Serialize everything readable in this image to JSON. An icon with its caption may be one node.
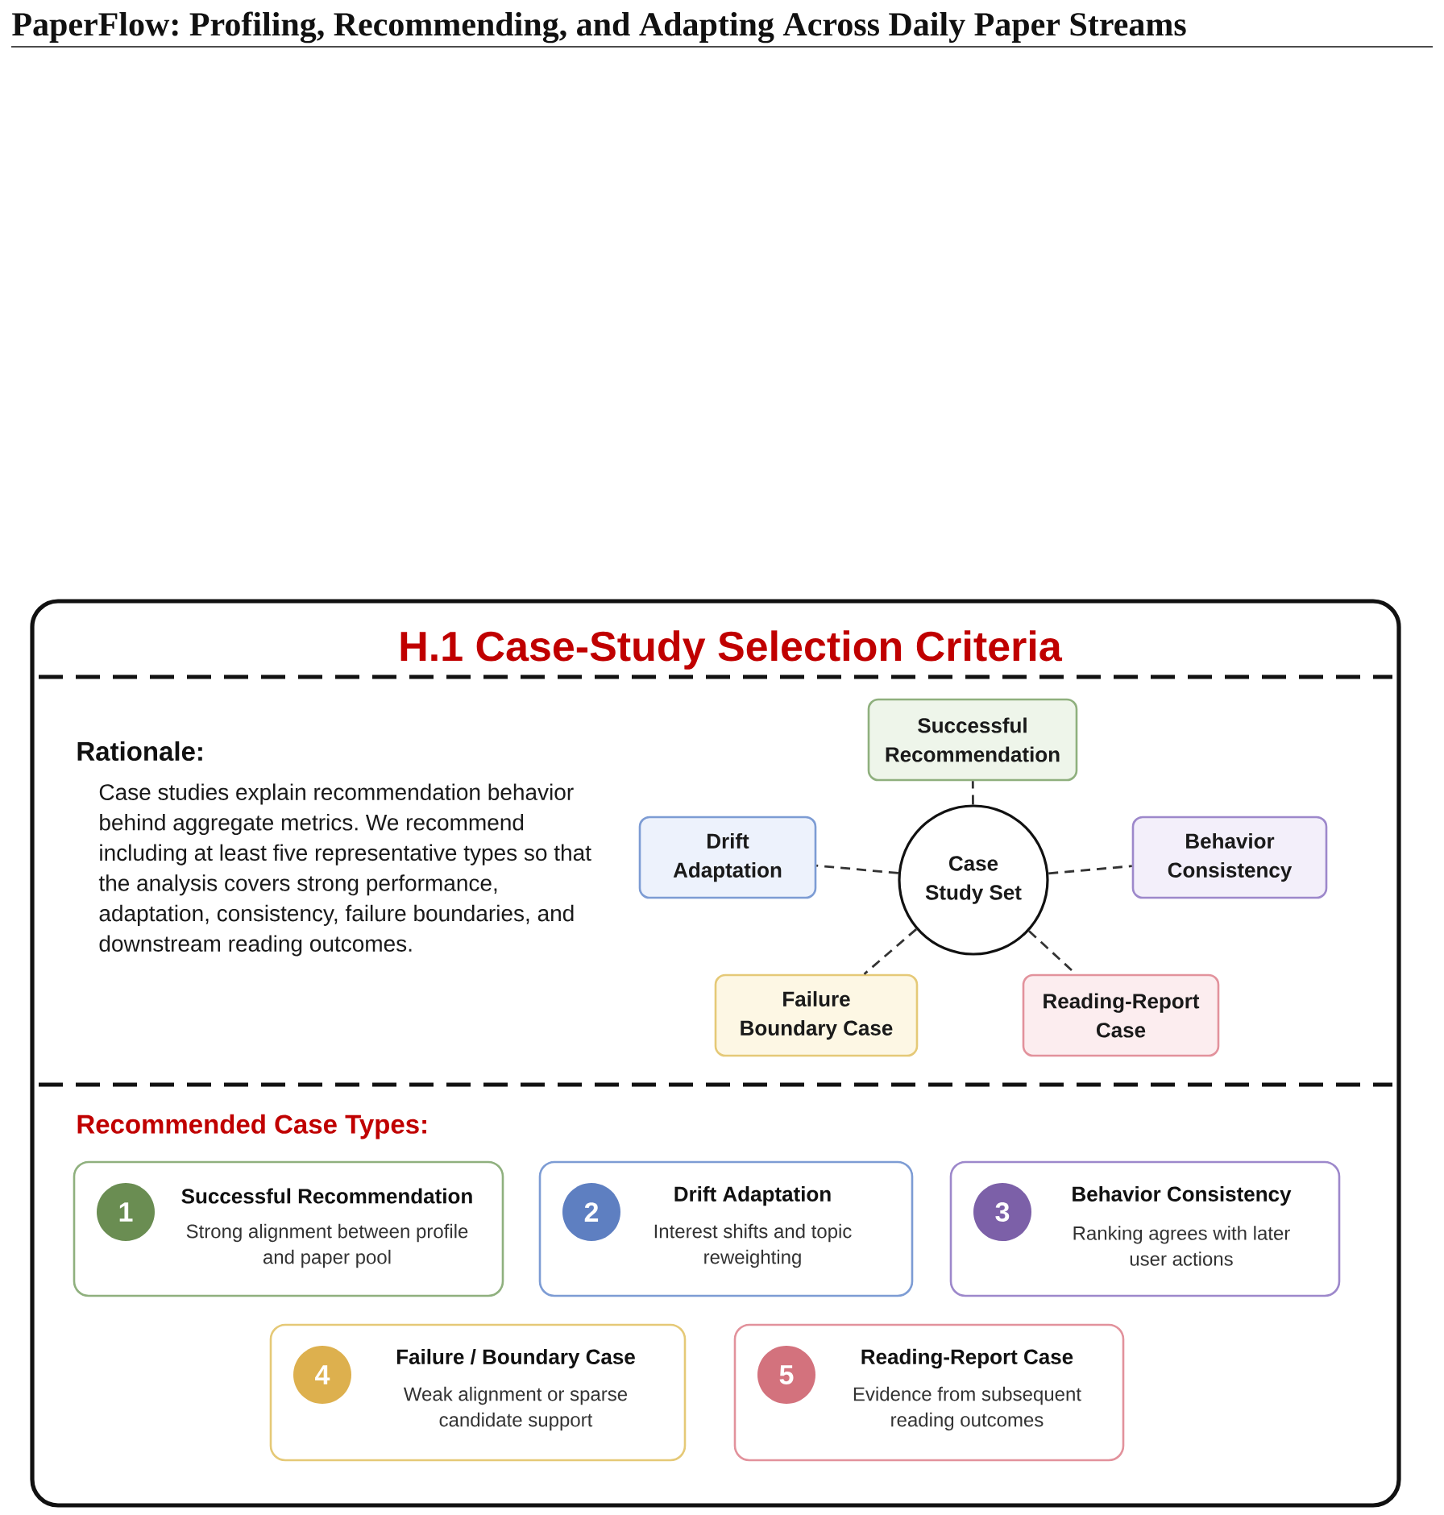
{
  "diagram": {
    "title": "H.1 Case-Study Selection Criteria",
    "nodes": [
      {
        "text": [
          "Successful Recommendation"
        ]
      },
      {
        "text": [
          "Drift Adaptation"
        ]
      },
      {
        "text": [
          "Case Study Set"
        ]
      },
      {
        "text": [
          "Behavior Consistency"
        ]
      },
      {
        "text": [
          "Failure Boundary Case"
        ]
      },
      {
        "text": [
          "Reading-Report Case"
        ]
      },
      {
        "text": [
          "Successful Recommendation",
          "Strong alignment between profile and paper pool"
        ]
      },
      {
        "text": [
          "1"
        ],
        "in": 6
      },
      {
        "text": [
          "Drift Adaptation",
          "Interest shifts and topic reweighting"
        ]
      },
      {
        "text": [
          "2"
        ],
        "in": 8
      },
      {
        "text": [
          "Behavior Consistency",
          "Ranking agrees with later user actions"
        ]
      },
      {
        "text": [
          "3"
        ],
        "in": 10
      },
      {
        "text": [
          "Failure / Boundary Case",
          "Weak alignment or sparse candidate support"
        ]
      },
      {
        "text": [
          "4"
        ],
        "in": 12
      },
      {
        "text": [
          "Reading-Report Case",
          "Evidence from subsequent reading outcomes"
        ]
      },
      {
        "text": [
          "5"
        ],
        "in": 14
      }
    ],
    "edges": [
      {
        "from": 2,
        "to": 0,
        "arrow": "none",
        "style": "dashed"
      },
      {
        "from": 2,
        "to": 1,
        "arrow": "none",
        "style": "dashed"
      },
      {
        "from": 2,
        "to": 3,
        "arrow": "none",
        "style": "dashed"
      },
      {
        "from": 2,
        "to": 4,
        "arrow": "none",
        "style": "dashed"
      },
      {
        "from": 2,
        "to": 5,
        "arrow": "none",
        "style": "dashed"
      }
    ],
    "labels": [
      "PaperFlow: Profiling, Recommending, and Adapting Across Daily Paper Streams",
      "Rationale:",
      "Case studies explain recommendation behavior behind aggregate metrics. We recommend including at least five representative types so that the analysis covers strong performance, adaptation, consistency, failure boundaries, and downstream reading outcomes.",
      "Recommended Case Types:"
    ]
  }
}
